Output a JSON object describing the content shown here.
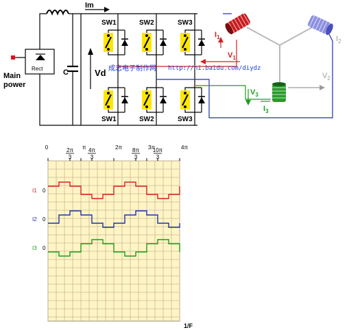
{
  "circuit": {
    "main_power": [
      "Main",
      "power"
    ],
    "rect": "Rect",
    "capacitor": "C",
    "im": "Im",
    "vd": "Vd",
    "switches_top": [
      "SW1",
      "SW2",
      "SW3"
    ],
    "switches_bottom": [
      "SW1",
      "SW2",
      "SW3"
    ],
    "i1": "I",
    "i1_sub": "1",
    "i2": "I",
    "i2_sub": "2",
    "i3": "I",
    "i3_sub": "3",
    "v1": "V",
    "v1_sub": "1",
    "v2": "V",
    "v2_sub": "2",
    "v3": "V",
    "v3_sub": "3",
    "watermark_cn": "成志电子制作网",
    "watermark_url": "http://hi.baidu.com/diydz",
    "colors": {
      "i1": "#d42020",
      "i2": "#8f8f8f",
      "i3": "#1d9a1d",
      "blue": "#1d30a8"
    }
  },
  "chart": {
    "tick_labels": [
      {
        "text": "0",
        "frac": false
      },
      {
        "num": "2π",
        "den": "3",
        "frac": true
      },
      {
        "text": "π",
        "frac": false
      },
      {
        "num": "4π",
        "den": "3",
        "frac": true
      },
      {
        "text": "2π",
        "frac": false
      },
      {
        "num": "8π",
        "den": "3",
        "frac": true
      },
      {
        "text": "3π",
        "frac": false
      },
      {
        "num": "10π",
        "den": "3",
        "frac": true
      },
      {
        "text": "4π",
        "frac": false
      }
    ],
    "x_end_label": "1/F",
    "grid_bg": "#fff5c4",
    "grid_line": "#c7b89a",
    "major_line": "#9a8a70"
  },
  "chart_data": {
    "type": "line",
    "x": [
      0,
      0.667,
      1,
      1.333,
      2,
      2.667,
      3,
      3.333,
      4
    ],
    "x_unit": "π",
    "series": [
      {
        "name": "I1",
        "color": "#d42020",
        "steps": [
          [
            0,
            0.5
          ],
          [
            0.333,
            1
          ],
          [
            0.667,
            0.5
          ],
          [
            1,
            -0.5
          ],
          [
            1.333,
            -1
          ],
          [
            1.667,
            -0.5
          ],
          [
            2,
            0.5
          ],
          [
            2.333,
            1
          ],
          [
            2.667,
            0.5
          ],
          [
            3,
            -0.5
          ],
          [
            3.333,
            -1
          ],
          [
            3.667,
            -0.5
          ],
          [
            4,
            0.5
          ]
        ]
      },
      {
        "name": "I2",
        "color": "#1d30a8",
        "steps": [
          [
            0,
            -0.5
          ],
          [
            0.333,
            0.5
          ],
          [
            0.667,
            1
          ],
          [
            1,
            0.5
          ],
          [
            1.333,
            -0.5
          ],
          [
            1.667,
            -1
          ],
          [
            2,
            -0.5
          ],
          [
            2.333,
            0.5
          ],
          [
            2.667,
            1
          ],
          [
            3,
            0.5
          ],
          [
            3.333,
            -0.5
          ],
          [
            3.667,
            -1
          ],
          [
            4,
            -0.5
          ]
        ]
      },
      {
        "name": "I3",
        "color": "#1d9a1d",
        "steps": [
          [
            0,
            -0.5
          ],
          [
            0.333,
            -1
          ],
          [
            0.667,
            -0.5
          ],
          [
            1,
            0.5
          ],
          [
            1.333,
            1
          ],
          [
            1.667,
            0.5
          ],
          [
            2,
            -0.5
          ],
          [
            2.333,
            -1
          ],
          [
            2.667,
            -0.5
          ],
          [
            3,
            0.5
          ],
          [
            3.333,
            1
          ],
          [
            3.667,
            0.5
          ],
          [
            4,
            -0.5
          ]
        ]
      }
    ],
    "zero_label": "0"
  }
}
